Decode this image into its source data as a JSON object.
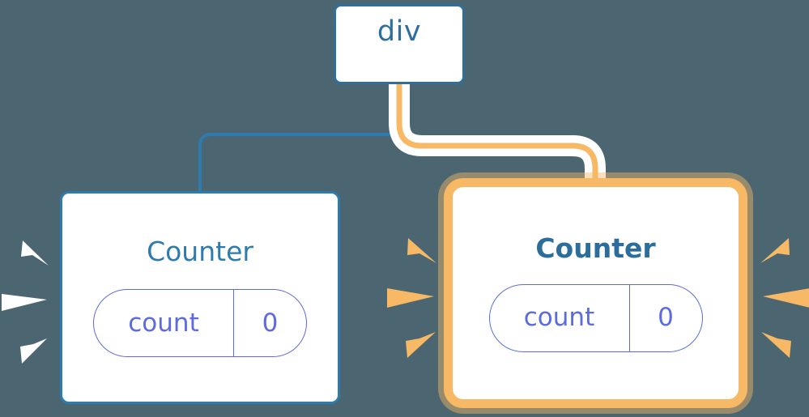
{
  "diagram": {
    "title": "Component re-render highlight diagram",
    "background_color": "#4C6671",
    "nodes": [
      {
        "id": "div",
        "label": "div",
        "kind": "element",
        "highlighted": false,
        "border_color": "#2E6F9E",
        "text_color": "#2E6F9E"
      },
      {
        "id": "counter-left",
        "label": "Counter",
        "kind": "component",
        "highlighted": false,
        "border_color": "#2E7BAE",
        "text_color": "#2E7BAE",
        "state": {
          "key": "count",
          "value": "0",
          "color": "#5C6BE0"
        }
      },
      {
        "id": "counter-right",
        "label": "Counter",
        "kind": "component",
        "highlighted": true,
        "border_color": "#F7B965",
        "text_color": "#2C6E9B",
        "state": {
          "key": "count",
          "value": "0",
          "color": "#5C6BE0"
        }
      }
    ],
    "edges": [
      {
        "from": "div",
        "to": "counter-left",
        "color": "#2E7BAE",
        "style": "thin",
        "highlighted": false
      },
      {
        "from": "div",
        "to": "counter-right",
        "color": "#F7B965",
        "style": "thick-haloed",
        "highlighted": true
      }
    ],
    "sparkles": [
      {
        "id": "sparkle-left-outer",
        "color": "#FFFFFF",
        "rays": 3,
        "side": "left-of-counter-left"
      },
      {
        "id": "sparkle-mid-left",
        "color": "#F7B965",
        "rays": 3,
        "side": "left-of-counter-right"
      },
      {
        "id": "sparkle-right-outer",
        "color": "#F7B965",
        "rays": 3,
        "side": "right-of-counter-right"
      }
    ],
    "colors": {
      "background": "#4C6671",
      "blue": "#2E7BAE",
      "dark_blue": "#2C6E9B",
      "orange": "#F7B965",
      "indigo": "#5C6BE0",
      "white": "#FFFFFF"
    }
  }
}
